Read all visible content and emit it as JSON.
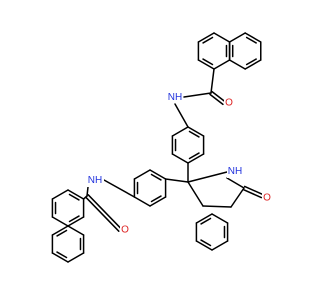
{
  "atoms": [
    {
      "id": "nh1",
      "label": "N",
      "sublabel": "H",
      "color": "#2233dd"
    },
    {
      "id": "o1",
      "label": "O",
      "color": "#dd2222"
    },
    {
      "id": "nh2",
      "label": "N",
      "sublabel": "H",
      "color": "#2233dd"
    },
    {
      "id": "o2",
      "label": "O",
      "color": "#dd2222"
    },
    {
      "id": "nh3",
      "label": "N",
      "sublabel": "H",
      "color": "#2233dd"
    },
    {
      "id": "o3",
      "label": "O",
      "color": "#dd2222"
    }
  ],
  "colors": {
    "bond": "#000000",
    "nitrogen": "#2233dd",
    "oxygen": "#dd2222",
    "background": "#ffffff"
  }
}
